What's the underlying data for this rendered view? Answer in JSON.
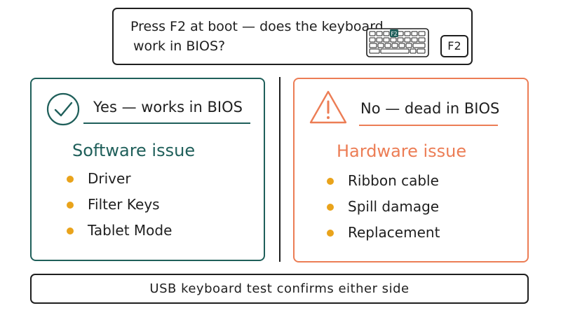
{
  "question": {
    "line1": "Press F2 at boot — does the keyboard",
    "line2": "work in BIOS?",
    "keyboard_icon_key": "F2",
    "key_label": "F2"
  },
  "yes_branch": {
    "heading": "Yes — works in BIOS",
    "icon": "check-circle-icon",
    "issue": "Software issue",
    "causes": [
      "Driver",
      "Filter Keys",
      "Tablet Mode"
    ],
    "color": "#1f5f5a"
  },
  "no_branch": {
    "heading": "No — dead in BIOS",
    "icon": "warning-triangle-icon",
    "issue": "Hardware issue",
    "causes": [
      "Ribbon cable",
      "Spill damage",
      "Replacement"
    ],
    "color": "#ec7d55"
  },
  "bullet_color": "#e9a31b",
  "footer": {
    "text": "USB keyboard test confirms either side"
  }
}
